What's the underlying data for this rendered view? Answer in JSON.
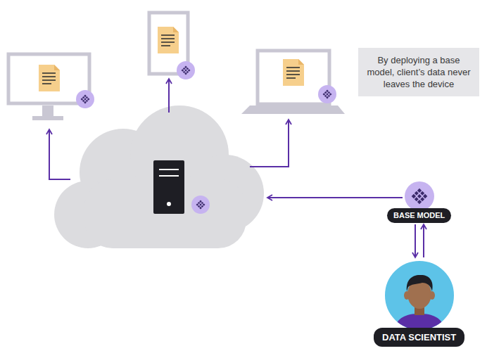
{
  "diagram": {
    "nodes": [
      {
        "text": [
          "By deploying a base model, client’s data never leaves the device"
        ]
      },
      {
        "text": [
          "BASE MODEL"
        ]
      },
      {
        "text": [
          "DATA SCIENTIST"
        ]
      }
    ],
    "edges": [
      {
        "from": 1,
        "to": 2,
        "arrow": "to"
      },
      {
        "from": 2,
        "to": 1,
        "arrow": "to"
      }
    ]
  }
}
